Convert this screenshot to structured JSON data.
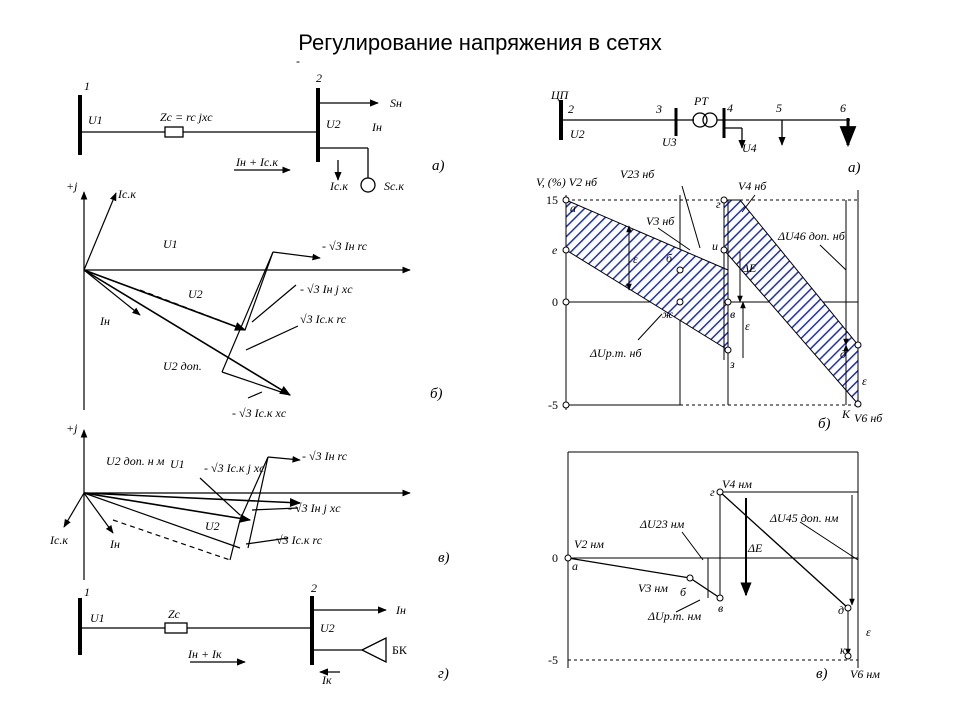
{
  "title": "Регулирование напряжения в сетях",
  "title_mark": "-",
  "left_a": {
    "node1": "1",
    "node2": "2",
    "U1": "U1",
    "Zc": "Zc = rc jxc",
    "U2": "U2",
    "Sn": "Sн",
    "In": "Iн",
    "Isum": "Iн + Iс.к",
    "Isk": "Iс.к",
    "Ssk": "Sс.к",
    "panel": "а)"
  },
  "left_b": {
    "axis": "+j",
    "Isk": "Iс.к",
    "U1": "U1",
    "U2": "U2",
    "In": "Iн",
    "U2dop": "U2 доп.",
    "v1": "- √3 Iн rc",
    "v2": "- √3 Iн j xc",
    "v3": "√3 Iс.к rc",
    "v4": "- √3 Iс.к xc",
    "panel": "б)"
  },
  "left_v": {
    "axis": "+j",
    "U2dop": "U2 доп. н м",
    "U1": "U1",
    "v1": "- √3 Iс.к j xc",
    "v2": "- √3 Iн rc",
    "v3": "- √3 Iн j xc",
    "v4": "√3 Iс.к rc",
    "U2": "U2",
    "Isk": "Iс.к",
    "In": "Iн",
    "panel": "в)"
  },
  "left_g": {
    "node1": "1",
    "node2": "2",
    "U1": "U1",
    "Zc": "Zc",
    "U2": "U2",
    "In": "Iн",
    "Isum": "Iн + Iк",
    "Ik": "Iк",
    "bk": "БК",
    "panel": "г)"
  },
  "right_a": {
    "shp": "ЦП",
    "n2": "2",
    "n3": "3",
    "rt": "РТ",
    "n4": "4",
    "n5": "5",
    "n6": "6",
    "U2": "U2",
    "U3": "U3",
    "U4": "U4",
    "panel": "а)"
  },
  "right_b": {
    "yhead": "V, (%) V2 нб",
    "V23": "V23 нб",
    "V3": "V3 нб",
    "V4": "V4 нб",
    "dU46": "ΔU46 доп. нб",
    "dE": "ΔE",
    "eps": "ε",
    "dUrt": "ΔUр.т. нб",
    "t15": "15",
    "t0": "0",
    "tm5": "-5",
    "e": "е",
    "d": "д",
    "zh": "ж",
    "b": "б",
    "v": "в",
    "z": "з",
    "g": "г",
    "i": "и",
    "a": "а",
    "k": "К",
    "V6": "V6 нб",
    "panel": "б)"
  },
  "right_v": {
    "V2": "V2 нм",
    "a": "а",
    "V3": "V3 нм",
    "b": "б",
    "dU23": "ΔU23 нм",
    "dUrt": "ΔUр.т. нм",
    "v": "в",
    "V4": "V4 нм",
    "g": "г",
    "dE": "ΔE",
    "dU45": "ΔU45 доп. нм",
    "d": "д",
    "k": "к",
    "eps": "ε",
    "V6": "V6 нм",
    "t0": "0",
    "tm5": "-5",
    "panel": "в)"
  }
}
